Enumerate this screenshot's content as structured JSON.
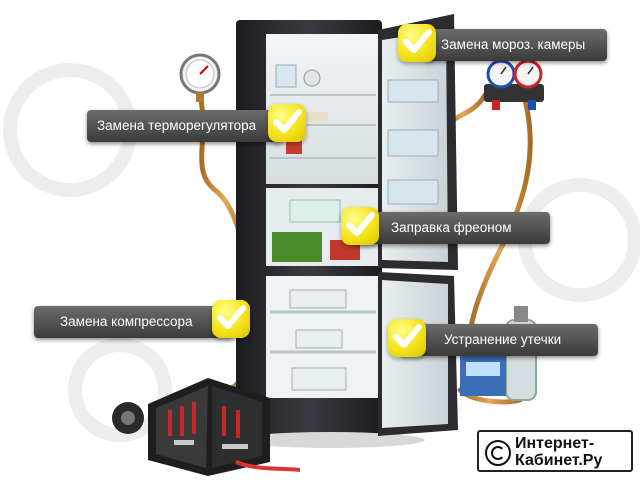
{
  "labels": {
    "freezer_replacement": "Замена мороз. камеры",
    "thermostat_replacement": "Замена терморегулятора",
    "freon_refill": "Заправка фреоном",
    "compressor_replacement": "Замена компрессора",
    "leak_repair": "Устранение утечки"
  },
  "watermark": {
    "line1": "Интернет-",
    "line2": "Кабинет.Ру"
  },
  "colors": {
    "pill": "#4a4a4a",
    "check": "#f4e21a",
    "fridge_body": "#2a2a2e",
    "pipe": "#c98a3a"
  }
}
